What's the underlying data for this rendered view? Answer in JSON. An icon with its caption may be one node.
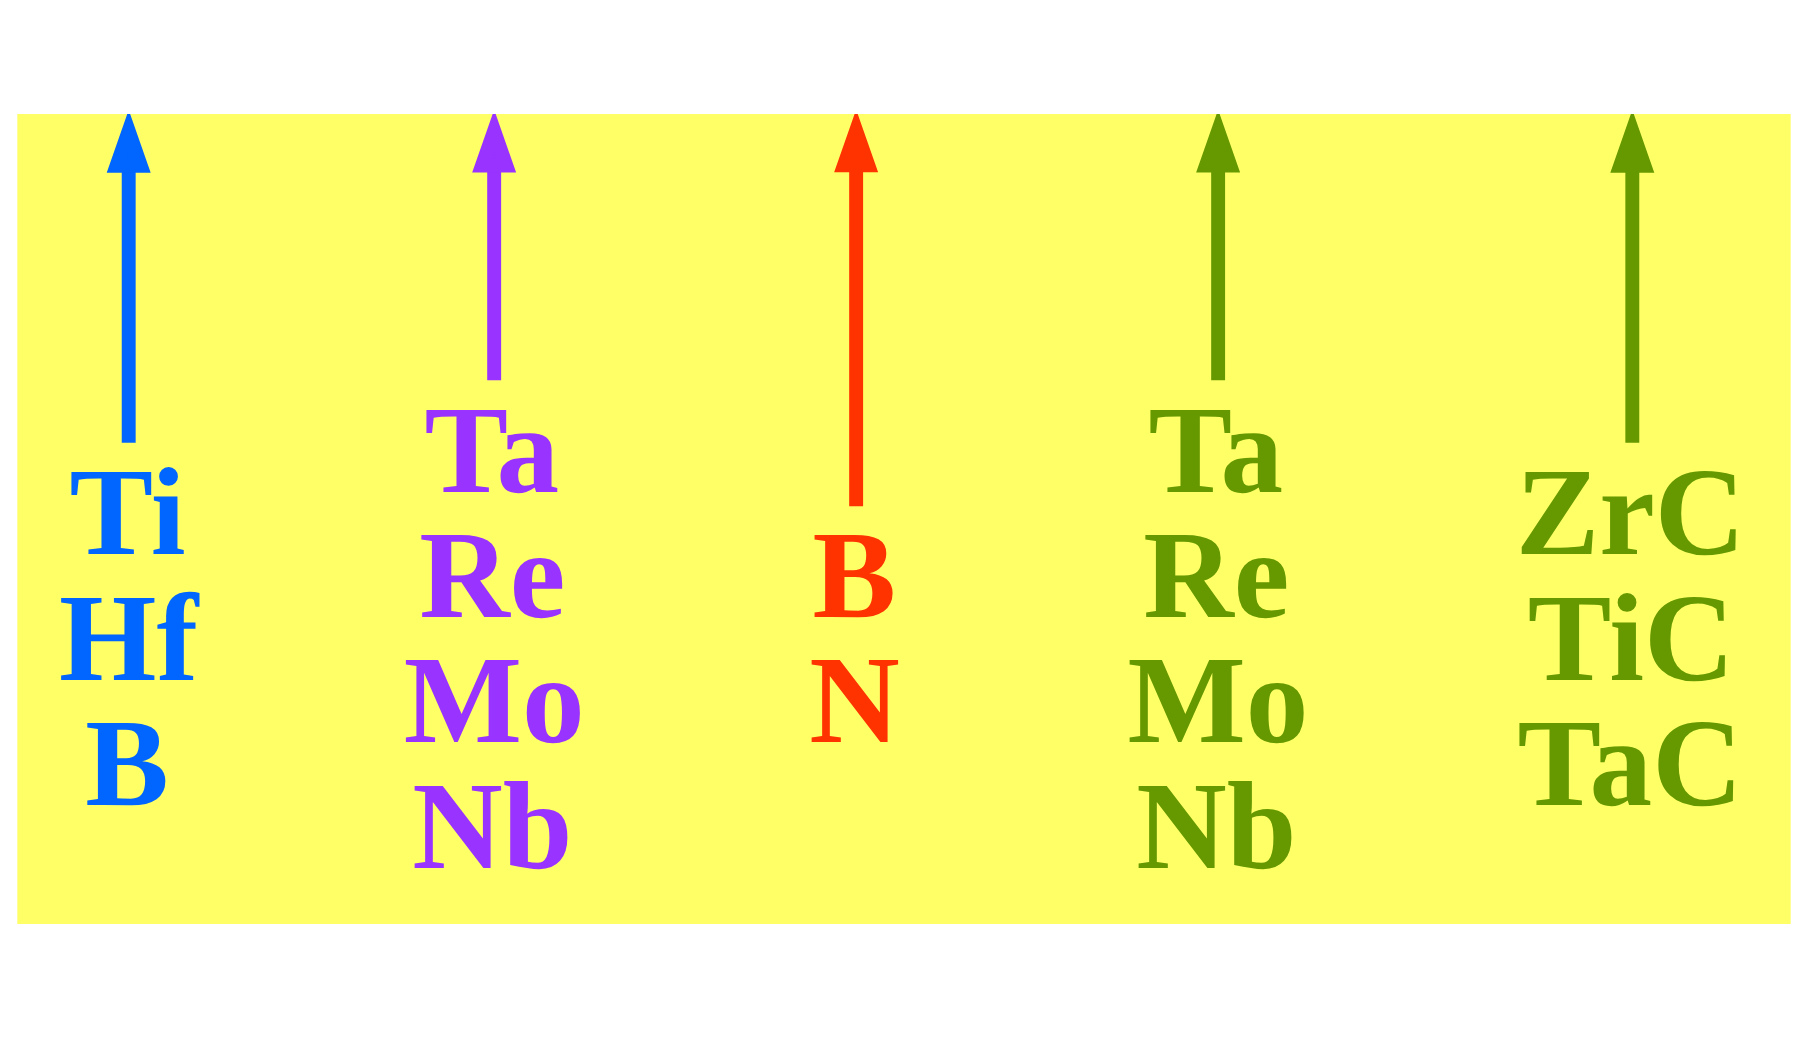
{
  "diagram": {
    "nodes": [
      {
        "text": [
          "Ti",
          "Hf",
          "B"
        ]
      },
      {
        "text": [
          "Ta",
          "Re",
          "Mo",
          "Nb"
        ]
      },
      {
        "text": [
          "B",
          "N"
        ]
      },
      {
        "text": [
          "Ta",
          "Re",
          "Mo",
          "Nb"
        ]
      },
      {
        "text": [
          "ZrC",
          "TiC",
          "TaC"
        ]
      }
    ],
    "edges": [
      {
        "from": 0,
        "to": null,
        "arrow": "to",
        "color": "#0066ff"
      },
      {
        "from": 1,
        "to": null,
        "arrow": "to",
        "color": "#9933ff"
      },
      {
        "from": 2,
        "to": null,
        "arrow": "to",
        "color": "#ff3300"
      },
      {
        "from": 3,
        "to": null,
        "arrow": "to",
        "color": "#669900"
      },
      {
        "from": 4,
        "to": null,
        "arrow": "to",
        "color": "#669900"
      }
    ]
  }
}
